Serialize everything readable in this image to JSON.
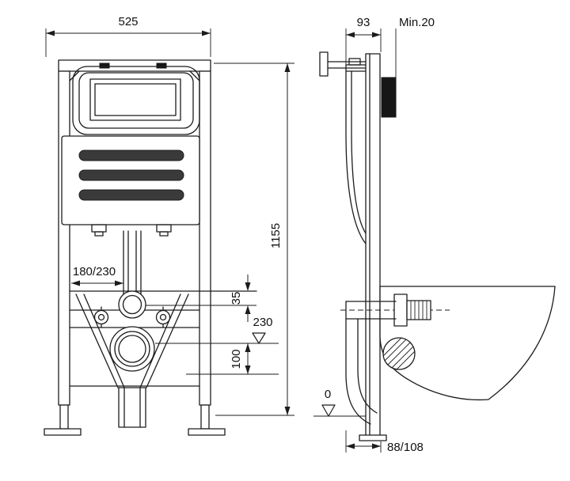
{
  "drawing": {
    "dims": {
      "overall_width": "525",
      "overall_height": "1155",
      "flush_pipe_offset": "180/230",
      "connector_drop": "35",
      "drain_axis_height": "230",
      "drain_drop": "100",
      "frame_depth": "93",
      "min_wall": "Min.20",
      "floor_level": "0",
      "outlet_offset": "88/108"
    }
  }
}
